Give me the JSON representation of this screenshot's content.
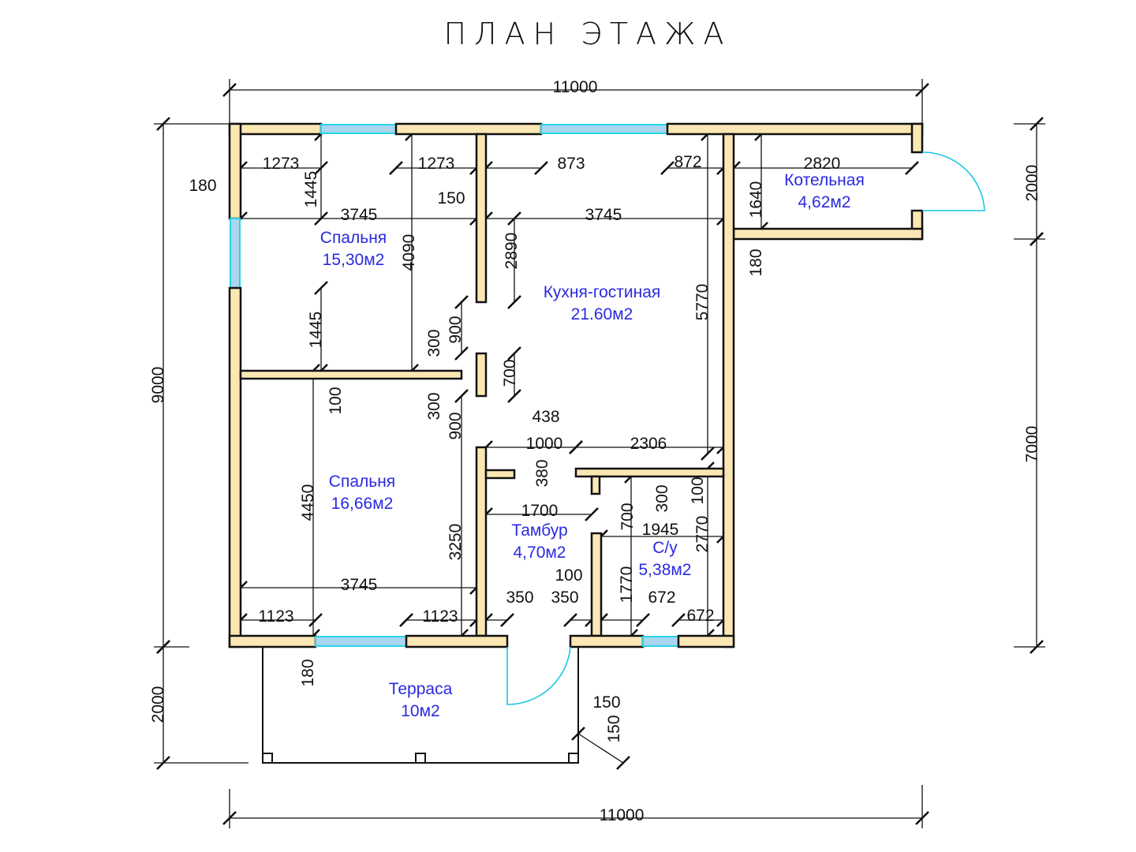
{
  "title": "ПЛАН ЭТАЖА",
  "rooms": [
    {
      "name": "Спальня",
      "area": "15,30м2"
    },
    {
      "name": "Кухня-гостиная",
      "area": "21.60м2"
    },
    {
      "name": "Котельная",
      "area": "4,62м2"
    },
    {
      "name": "Спальня",
      "area": "16,66м2"
    },
    {
      "name": "Тамбур",
      "area": "4,70м2"
    },
    {
      "name": "С/у",
      "area": "5,38м2"
    },
    {
      "name": "Терраса",
      "area": "10м2"
    }
  ],
  "dimensions": [
    "11000",
    "11000",
    "9000",
    "2000",
    "2000",
    "7000",
    "180",
    "1273",
    "1273",
    "873",
    "872",
    "2820",
    "1445",
    "3745",
    "3745",
    "150",
    "1640",
    "180",
    "4090",
    "2890",
    "5770",
    "1445",
    "300",
    "900",
    "700",
    "100",
    "300",
    "900",
    "438",
    "1000",
    "2306",
    "380",
    "1700",
    "300",
    "100",
    "700",
    "1945",
    "2770",
    "4450",
    "3250",
    "3745",
    "100",
    "350",
    "350",
    "1770",
    "672",
    "672",
    "1123",
    "1123",
    "180",
    "150",
    "150"
  ]
}
